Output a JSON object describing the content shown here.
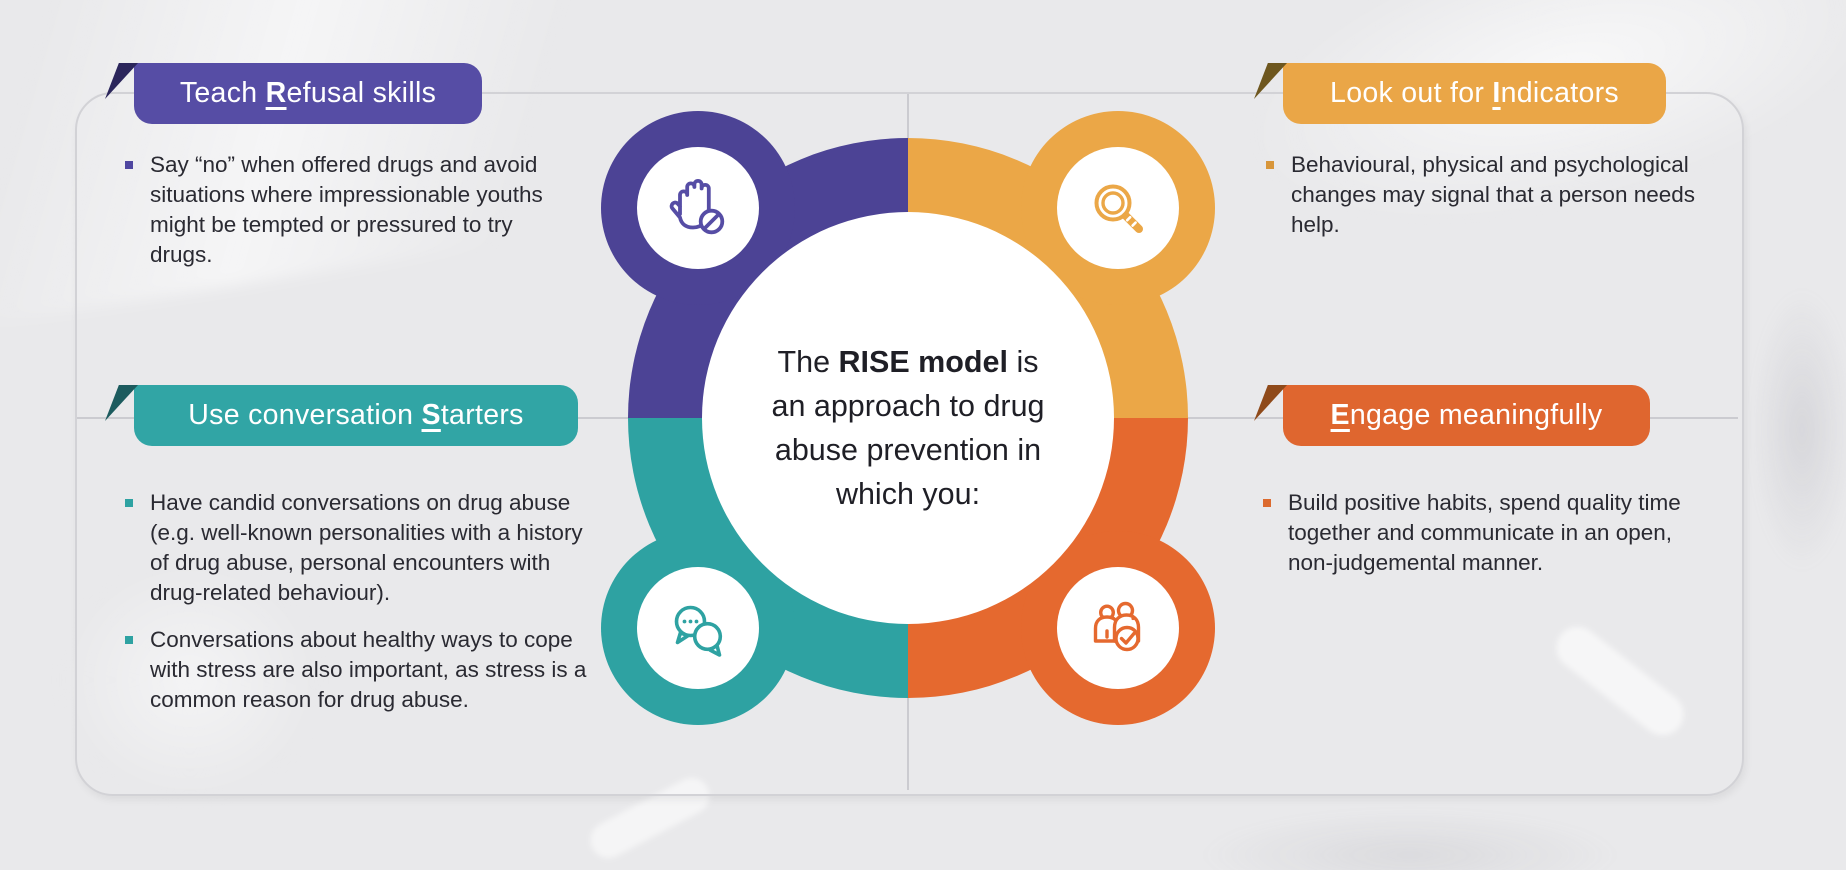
{
  "palette": {
    "background": "#e9e9eb",
    "frame_border": "#d2d2d6",
    "divider_line": "#cbcbd0",
    "text": "#2a2a32",
    "ring": {
      "purple": "#4c4395",
      "amber": "#eba747",
      "teal": "#2ea2a2",
      "orange": "#e5692f"
    }
  },
  "center": {
    "line1_pre": "The ",
    "line1_bold": "RISE model",
    "line1_post": " is",
    "line2": "an approach to drug",
    "line3": "abuse prevention in",
    "line4": "which you:"
  },
  "sections": [
    {
      "id": "refusal",
      "title_pre": "Teach ",
      "title_key": "R",
      "title_post": "efusal skills",
      "banner_color": "#564da5",
      "fold_color": "#2b265b",
      "ring_color": "#4c4395",
      "icon": "stop-hand-icon",
      "bullets": [
        "Say “no” when offered drugs and avoid situations where impressionable youths might be tempted or pressured to try drugs."
      ]
    },
    {
      "id": "indicators",
      "title_pre": "Look out for ",
      "title_key": "I",
      "title_post": "ndicators",
      "banner_color": "#eaa647",
      "fold_color": "#6e571f",
      "ring_color": "#eba747",
      "icon": "magnifier-icon",
      "bullets": [
        "Behavioural, physical and psychological changes may signal that a person needs help."
      ]
    },
    {
      "id": "starters",
      "title_pre": "Use conversation ",
      "title_key": "S",
      "title_post": "tarters",
      "banner_color": "#31a5a5",
      "fold_color": "#1c5b5e",
      "ring_color": "#2ea2a2",
      "icon": "chat-bubbles-icon",
      "bullets": [
        "Have candid conversations on drug abuse (e.g. well-known personalities with a history of drug abuse, personal encounters with drug-related behaviour).",
        "Conversations about healthy ways to cope with stress are also important, as stress is a common reason for drug abuse."
      ]
    },
    {
      "id": "engage",
      "title_pre": "",
      "title_key": "E",
      "title_post": "ngage meaningfully",
      "banner_color": "#df662f",
      "fold_color": "#8f4a1a",
      "ring_color": "#e5692f",
      "icon": "family-check-icon",
      "bullets": [
        "Build positive habits, spend quality time together and communicate in an open, non-judgemental manner."
      ]
    }
  ]
}
